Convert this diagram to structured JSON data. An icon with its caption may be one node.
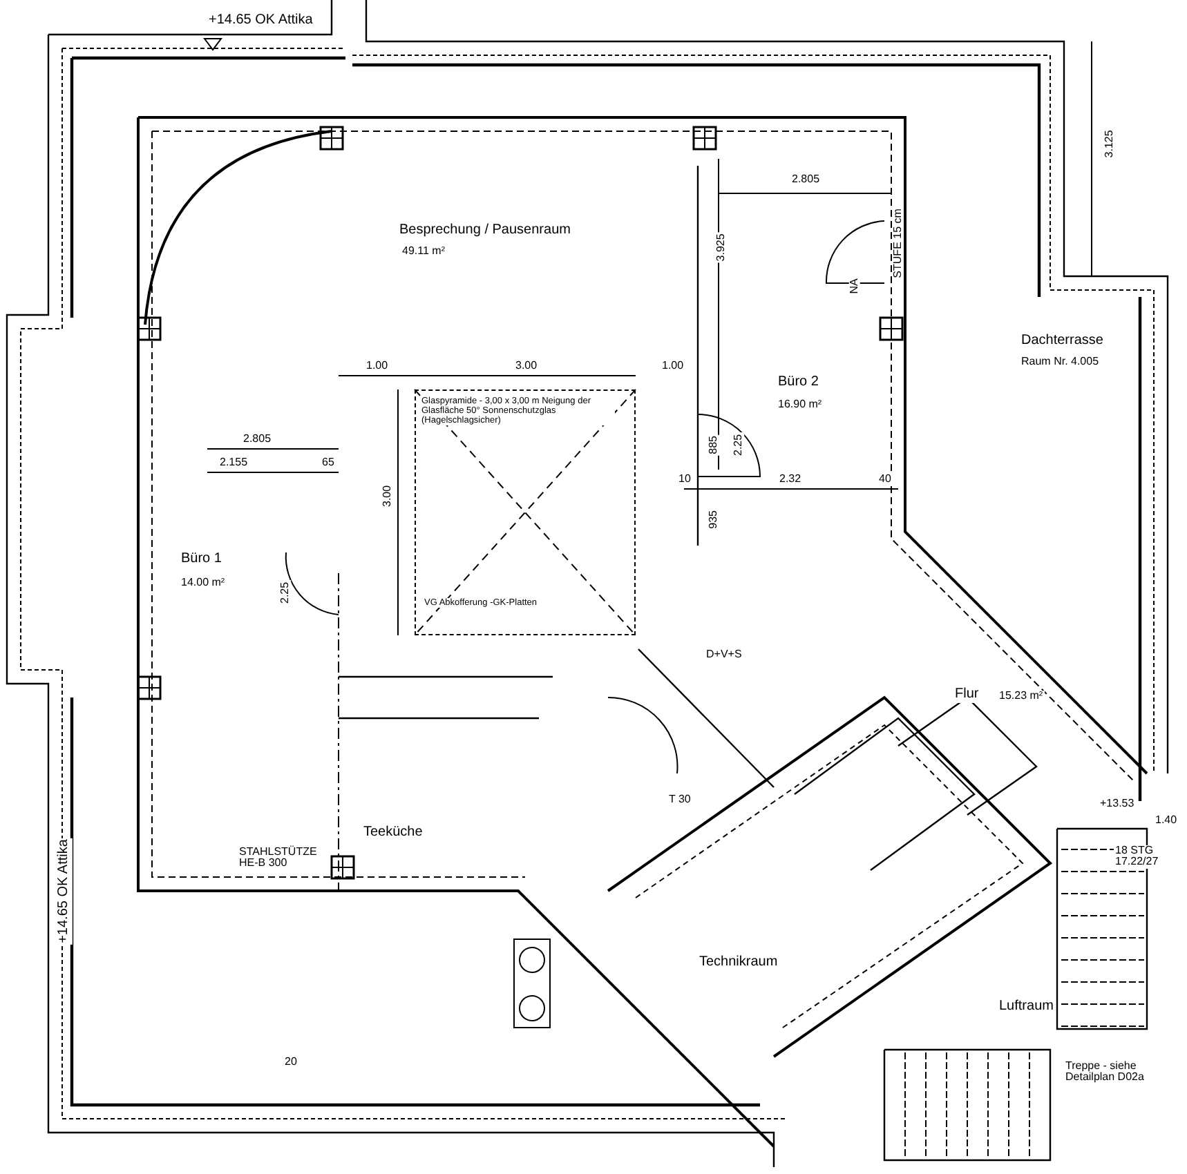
{
  "diagram": {
    "nodes": [
      {
        "text": [
          "Glaspyramide - 3,00 x 3,00 m Neigung der Glasfläche 50° Sonnenschutzglas (Hagelschlagsicher)",
          "VG Abkofferung -GK-Platten"
        ]
      }
    ],
    "labels": [
      "+14.65 OK Attika",
      "3.125",
      "Besprechung / Pausenraum",
      "49.11 m²",
      "2.805",
      "3.925",
      "NA",
      "STUFE 15 cm",
      "Dachterrasse",
      "Raum Nr. 4.005",
      "1.00",
      "3.00",
      "1.00",
      "2.805",
      "2.155",
      "65",
      "3.00",
      "Büro 2",
      "16.90 m²",
      "885",
      "2.25",
      "10",
      "2.32",
      "40",
      "935",
      "Büro 1",
      "14.00 m²",
      "2.25",
      "+14.65 OK Attika",
      "D+V+S",
      "T 30",
      "Flur",
      "15.23 m²",
      "Teeküche",
      "STAHLSTÜTZE HE-B 300",
      "Technikraum",
      "Luftraum",
      "Treppe - siehe Detailplan D02a",
      "18 STG 17.22/27",
      "+13.53",
      "1.40",
      "20"
    ]
  }
}
